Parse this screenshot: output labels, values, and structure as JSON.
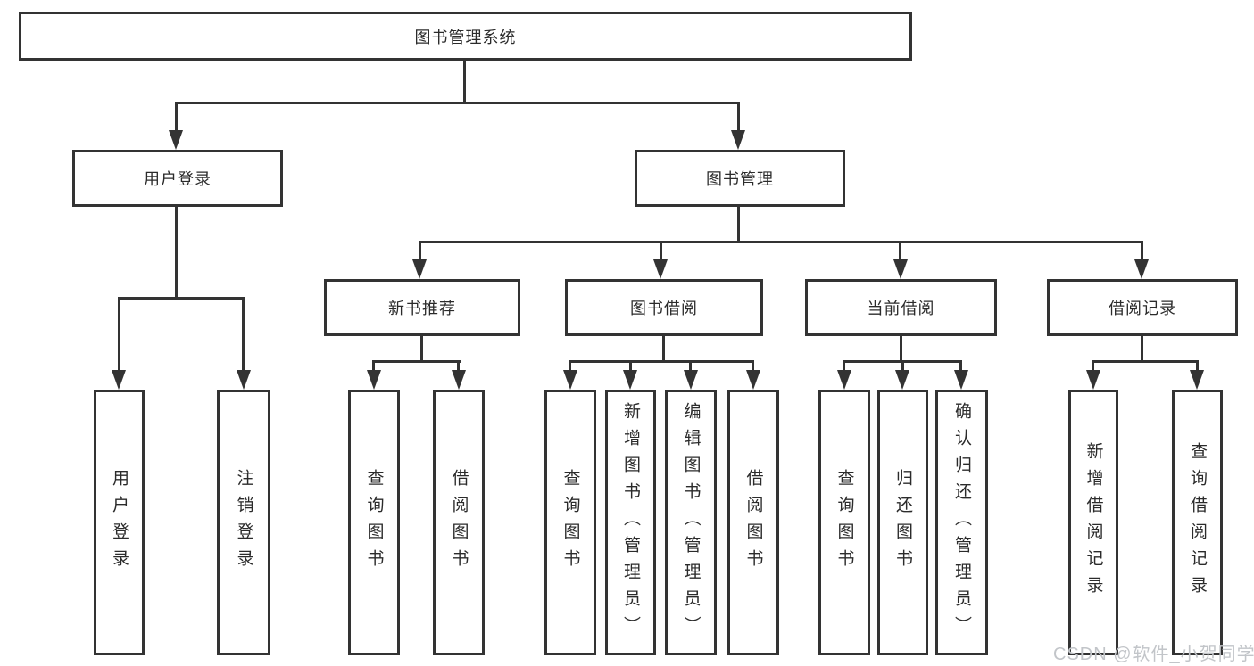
{
  "colors": {
    "line": "#333333",
    "text": "#2b2b2b",
    "background": "#ffffff",
    "watermark": "#c2c5c9"
  },
  "icons": {
    "arrowhead": "triangle-down"
  },
  "watermark": {
    "text": "CSDN @软件_小贺同学"
  },
  "diagram": {
    "type": "tree",
    "root": "图书管理系统",
    "branches": [
      {
        "label": "用户登录",
        "children": [
          "用户登录",
          "注销登录"
        ]
      },
      {
        "label": "图书管理",
        "groups": [
          {
            "label": "新书推荐",
            "children": [
              "查询图书",
              "借阅图书"
            ]
          },
          {
            "label": "图书借阅",
            "children": [
              "查询图书",
              "新增图书（管理员）",
              "编辑图书（管理员）",
              "借阅图书"
            ]
          },
          {
            "label": "当前借阅",
            "children": [
              "查询图书",
              "归还图书",
              "确认归还（管理员）"
            ]
          },
          {
            "label": "借阅记录",
            "children": [
              "新增借阅记录",
              "查询借阅记录"
            ]
          }
        ]
      }
    ]
  }
}
